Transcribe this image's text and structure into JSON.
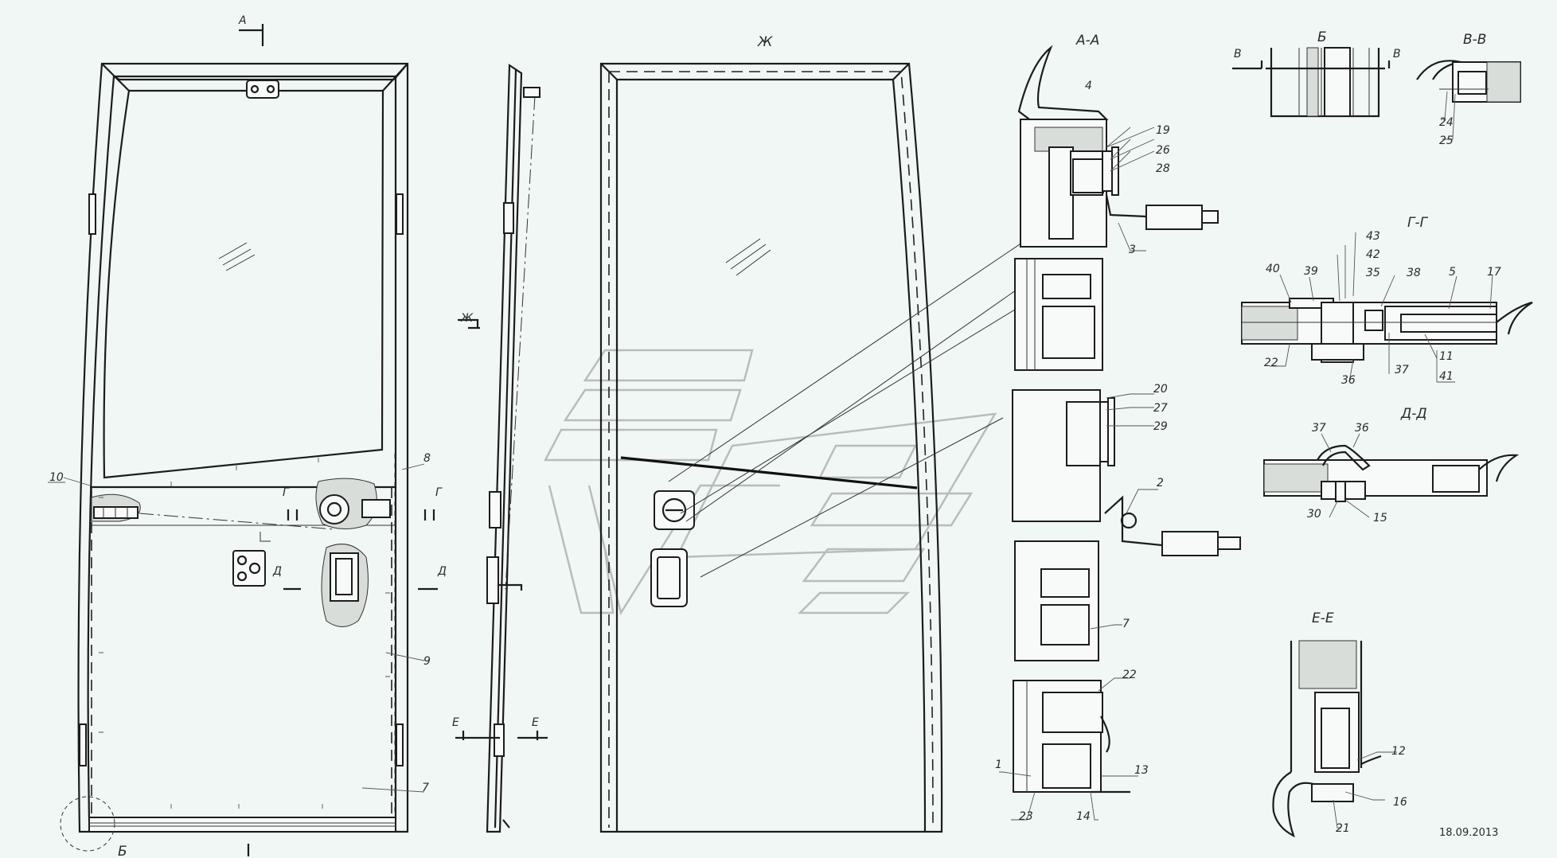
{
  "labels": {
    "view_a_marker": "А",
    "view_b_marker": "Б",
    "view_zh_marker": "Ж",
    "view_zh_title": "Ж",
    "section_aa": "А-А",
    "section_b": "Б",
    "section_vv": "В-В",
    "section_gg": "Г-Г",
    "section_dd": "Д-Д",
    "section_ee": "Е-Е",
    "cut_v": "В",
    "cut_g": "Г",
    "cut_d": "Д",
    "cut_e": "Е"
  },
  "callouts": {
    "n1": "1",
    "n2": "2",
    "n3": "3",
    "n4": "4",
    "n5": "5",
    "n7": "7",
    "n8": "8",
    "n9": "9",
    "n10": "10",
    "n11": "11",
    "n12": "12",
    "n13": "13",
    "n14": "14",
    "n15": "15",
    "n16": "16",
    "n17": "17",
    "n19": "19",
    "n20": "20",
    "n21": "21",
    "n22": "22",
    "n23": "23",
    "n24": "24",
    "n25": "25",
    "n26": "26",
    "n27": "27",
    "n28": "28",
    "n29": "29",
    "n30": "30",
    "n35": "35",
    "n36": "36",
    "n37": "37",
    "n38": "38",
    "n39": "39",
    "n40": "40",
    "n41": "41",
    "n42": "42",
    "n43": "43"
  },
  "date": "18.09.2013",
  "colors": {
    "background": "#f1f7f4",
    "line": "#1c1c1c",
    "hatch": "#d8ddd9",
    "watermark": "#b8bdbb"
  }
}
